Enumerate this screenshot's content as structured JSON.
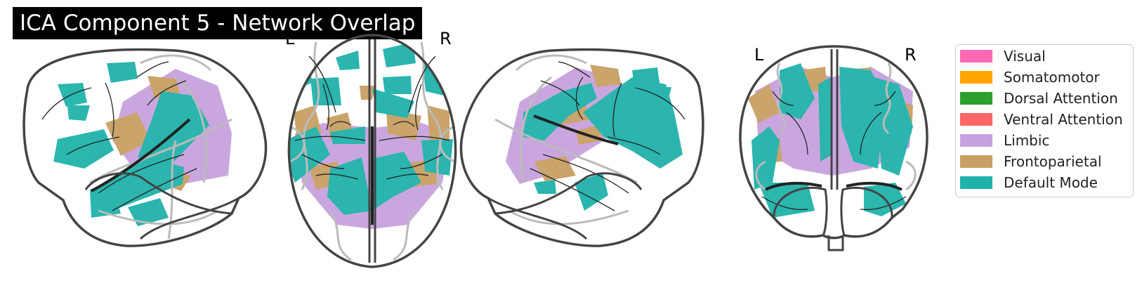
{
  "title": "ICA Component 5 - Network Overlap",
  "views": {
    "axial": {
      "left_label": "L",
      "right_label": "R"
    },
    "coronal": {
      "left_label": "L",
      "right_label": "R"
    }
  },
  "legend": {
    "items": [
      {
        "label": "Visual",
        "color": "#ff69b4"
      },
      {
        "label": "Somatomotor",
        "color": "#ffa500"
      },
      {
        "label": "Dorsal Attention",
        "color": "#2ca02c"
      },
      {
        "label": "Ventral Attention",
        "color": "#ff6666"
      },
      {
        "label": "Limbic",
        "color": "#c8a2de"
      },
      {
        "label": "Frontoparietal",
        "color": "#c8a064"
      },
      {
        "label": "Default Mode",
        "color": "#20b2aa"
      }
    ]
  },
  "colors": {
    "outline": "#444444",
    "gyri": "#bbbbbb",
    "sulci": "#222222",
    "limbic": "#c8a2de",
    "frontoparietal": "#c8a064",
    "default_mode": "#20b2aa"
  }
}
